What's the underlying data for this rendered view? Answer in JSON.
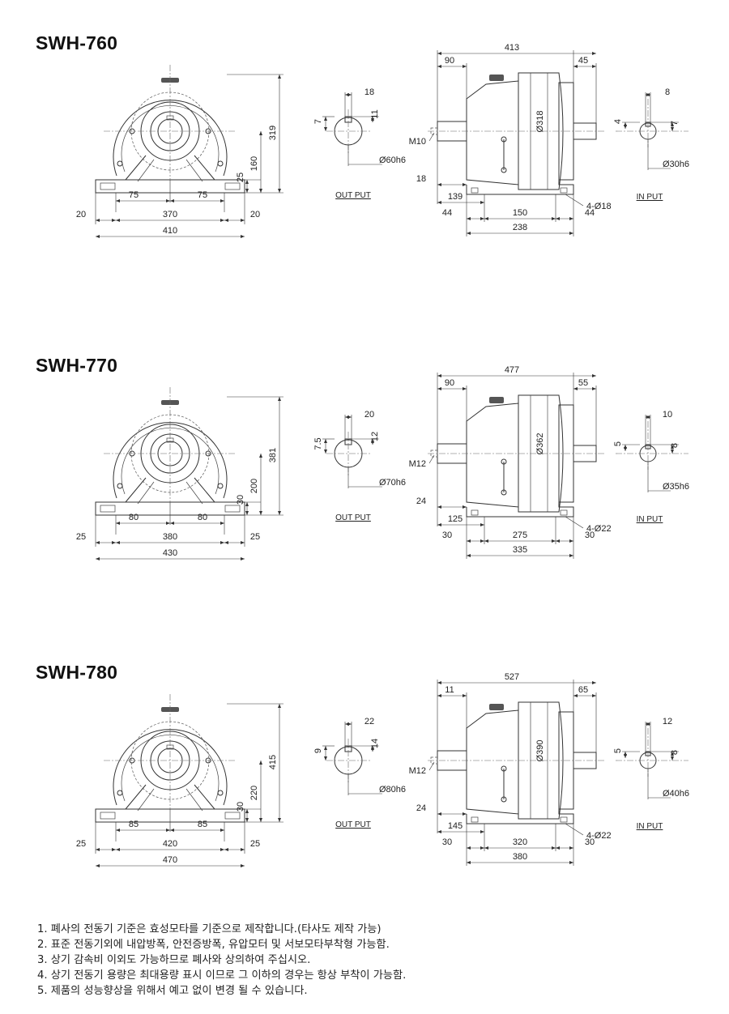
{
  "models": [
    {
      "title": "SWH-760",
      "front": {
        "left": "20",
        "center": "370",
        "right": "20",
        "total": "410",
        "bolt_l": "75",
        "bolt_r": "75",
        "h_total": "319",
        "h_shaft": "160",
        "h_base": "25"
      },
      "output": {
        "label": "OUT PUT",
        "w": "18",
        "key_h": "11",
        "key_d": "7",
        "dia": "Ø60h6"
      },
      "side": {
        "total": "413",
        "left": "90",
        "right": "45",
        "body": "Ø318",
        "tap": "M10",
        "shaft_len": "18",
        "base_off": "139",
        "b_left": "44",
        "b_mid": "150",
        "b_right": "44",
        "b_total": "238",
        "holes": "4-Ø18"
      },
      "input": {
        "label": "IN PUT",
        "w": "8",
        "key_d": "4",
        "key_h": "7",
        "dia": "Ø30h6"
      }
    },
    {
      "title": "SWH-770",
      "front": {
        "left": "25",
        "center": "380",
        "right": "25",
        "total": "430",
        "bolt_l": "80",
        "bolt_r": "80",
        "h_total": "381",
        "h_shaft": "200",
        "h_base": "30"
      },
      "output": {
        "label": "OUT PUT",
        "w": "20",
        "key_h": "12",
        "key_d": "7.5",
        "dia": "Ø70h6"
      },
      "side": {
        "total": "477",
        "left": "90",
        "right": "55",
        "body": "Ø362",
        "tap": "M12",
        "shaft_len": "24",
        "base_off": "125",
        "b_left": "30",
        "b_mid": "275",
        "b_right": "30",
        "b_total": "335",
        "holes": "4-Ø22"
      },
      "input": {
        "label": "IN PUT",
        "w": "10",
        "key_d": "5",
        "key_h": "8",
        "dia": "Ø35h6"
      }
    },
    {
      "title": "SWH-780",
      "front": {
        "left": "25",
        "center": "420",
        "right": "25",
        "total": "470",
        "bolt_l": "85",
        "bolt_r": "85",
        "h_total": "415",
        "h_shaft": "220",
        "h_base": "30"
      },
      "output": {
        "label": "OUT PUT",
        "w": "22",
        "key_h": "14",
        "key_d": "9",
        "dia": "Ø80h6"
      },
      "side": {
        "total": "527",
        "left": "11",
        "right": "65",
        "body": "Ø390",
        "tap": "M12",
        "shaft_len": "24",
        "base_off": "145",
        "b_left": "30",
        "b_mid": "320",
        "b_right": "30",
        "b_total": "380",
        "holes": "4-Ø22"
      },
      "input": {
        "label": "IN PUT",
        "w": "12",
        "key_d": "5",
        "key_h": "8",
        "dia": "Ø40h6"
      }
    }
  ],
  "notes": [
    "1. 폐사의 전동기 기준은 효성모타를 기준으로 제작합니다.(타사도 제작 가능)",
    "2. 표준 전동기외에 내압방폭, 안전증방폭, 유압모터 및 서보모타부착형 가능함.",
    "3. 상기 감속비 이외도 가능하므로 폐사와 상의하여 주십시오.",
    "4. 상기 전동기 용량은 최대용량 표시 이므로 그 이하의 경우는 항상 부착이 가능함.",
    "5. 제품의 성능향상을 위해서 예고 없이 변경 될 수 있습니다."
  ]
}
